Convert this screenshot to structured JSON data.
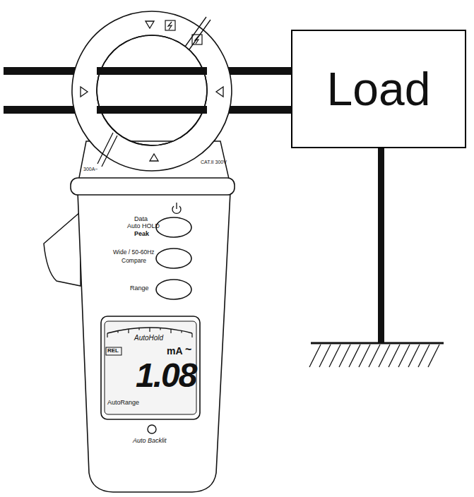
{
  "diagram": {
    "nodes": [
      {
        "text": [
          "Load"
        ]
      }
    ],
    "labels": [
      "300A~",
      "CAT.II 300V",
      "Data",
      "Auto HOLD",
      "Peak",
      "Wide / 50-60Hz",
      "Compare",
      "Range",
      "REL",
      "AutoHold",
      "mA",
      "~",
      "1.08",
      "AutoRange",
      "Auto Backlit"
    ]
  }
}
